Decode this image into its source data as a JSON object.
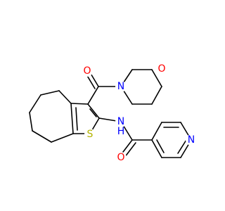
{
  "molecule": {
    "colors": {
      "bond": "#000000",
      "O": "#ff0000",
      "N": "#0000ff",
      "S": "#b3b300"
    },
    "atoms": [
      {
        "id": "o_carbonyl_top",
        "label": "O",
        "element": "O"
      },
      {
        "id": "n_morpholine",
        "label": "N",
        "element": "N"
      },
      {
        "id": "o_morpholine",
        "label": "O",
        "element": "O"
      },
      {
        "id": "n_amide",
        "label": "N",
        "element": "N"
      },
      {
        "id": "h_amide",
        "label": "H",
        "element": "N"
      },
      {
        "id": "s_thiophene",
        "label": "S",
        "element": "S"
      },
      {
        "id": "o_carbonyl_bottom",
        "label": "O",
        "element": "O"
      },
      {
        "id": "n_pyridine",
        "label": "N",
        "element": "N"
      }
    ]
  }
}
